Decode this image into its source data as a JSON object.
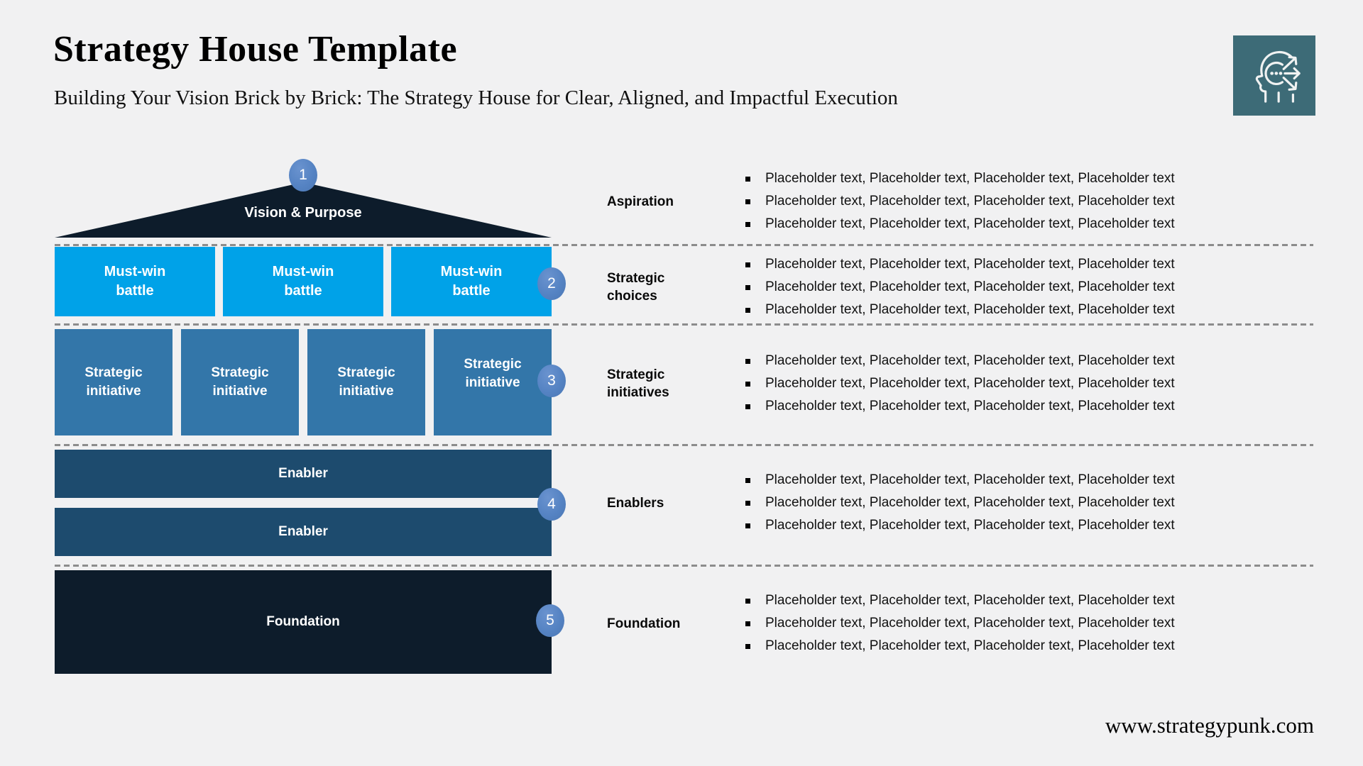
{
  "header": {
    "title": "Strategy House Template",
    "subtitle": "Building Your Vision Brick by Brick: The Strategy House for Clear, Aligned, and Impactful Execution"
  },
  "logo": {
    "name": "strategypunk-head-arrows-logo"
  },
  "house": {
    "roof": {
      "label": "Vision & Purpose",
      "badge": "1"
    },
    "must_win": {
      "badge": "2",
      "boxes": [
        {
          "lines": [
            "Must-win",
            "battle"
          ]
        },
        {
          "lines": [
            "Must-win",
            "battle"
          ]
        },
        {
          "lines": [
            "Must-win",
            "battle"
          ]
        }
      ]
    },
    "initiatives": {
      "badge": "3",
      "boxes": [
        {
          "lines": [
            "Strategic",
            "initiative"
          ]
        },
        {
          "lines": [
            "Strategic",
            "initiative"
          ]
        },
        {
          "lines": [
            "Strategic",
            "initiative"
          ]
        },
        {
          "lines": [
            "Strategic",
            "initiative"
          ]
        }
      ]
    },
    "enablers": {
      "badge": "4",
      "boxes": [
        {
          "label": "Enabler"
        },
        {
          "label": "Enabler"
        }
      ]
    },
    "foundation": {
      "badge": "5",
      "label": "Foundation"
    }
  },
  "annotations": {
    "bands": [
      {
        "label_lines": [
          "Aspiration"
        ],
        "bullets": [
          "Placeholder text, Placeholder text, Placeholder text, Placeholder text",
          "Placeholder text, Placeholder text, Placeholder text, Placeholder text",
          "Placeholder text, Placeholder text, Placeholder text, Placeholder text"
        ]
      },
      {
        "label_lines": [
          "Strategic",
          "choices"
        ],
        "bullets": [
          "Placeholder text, Placeholder text, Placeholder text, Placeholder text",
          "Placeholder text, Placeholder text, Placeholder text, Placeholder text",
          "Placeholder text, Placeholder text, Placeholder text, Placeholder text"
        ]
      },
      {
        "label_lines": [
          "Strategic",
          "initiatives"
        ],
        "bullets": [
          "Placeholder text, Placeholder text, Placeholder text, Placeholder text",
          "Placeholder text, Placeholder text, Placeholder text, Placeholder text",
          "Placeholder text, Placeholder text, Placeholder text, Placeholder text"
        ]
      },
      {
        "label_lines": [
          "Enablers"
        ],
        "bullets": [
          "Placeholder text, Placeholder text, Placeholder text, Placeholder text",
          "Placeholder text, Placeholder text, Placeholder text, Placeholder text",
          "Placeholder text, Placeholder text, Placeholder text, Placeholder text"
        ]
      },
      {
        "label_lines": [
          "Foundation"
        ],
        "bullets": [
          "Placeholder text, Placeholder text, Placeholder text, Placeholder text",
          "Placeholder text, Placeholder text, Placeholder text, Placeholder text",
          "Placeholder text, Placeholder text, Placeholder text, Placeholder text"
        ]
      }
    ]
  },
  "footer": {
    "website": "www.strategypunk.com"
  },
  "colors": {
    "background": "#f1f1f2",
    "navy": "#0d1c2b",
    "bright_blue": "#00a2e8",
    "steel_blue": "#3376a9",
    "deep_blue": "#1d4b6e",
    "badge_blue": "#5583c3",
    "logo_teal": "#3d6b77",
    "dash_gray": "#8c8c8c"
  }
}
